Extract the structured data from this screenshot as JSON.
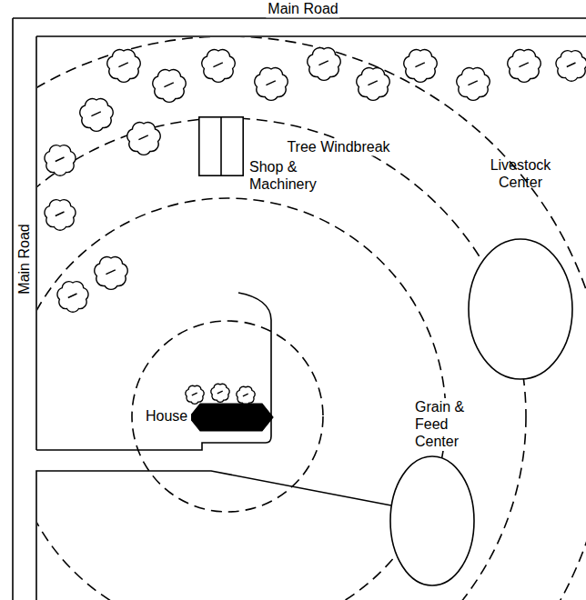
{
  "diagram": {
    "nodes": [
      {
        "text": [
          "Shop & Machinery"
        ]
      },
      {
        "text": [
          "Livestock Center"
        ]
      },
      {
        "text": [
          "Grain & Feed Center"
        ]
      },
      {
        "text": [
          "House"
        ]
      }
    ],
    "labels": [
      "Main Road",
      "Main Road",
      "Tree Windbreak"
    ]
  }
}
